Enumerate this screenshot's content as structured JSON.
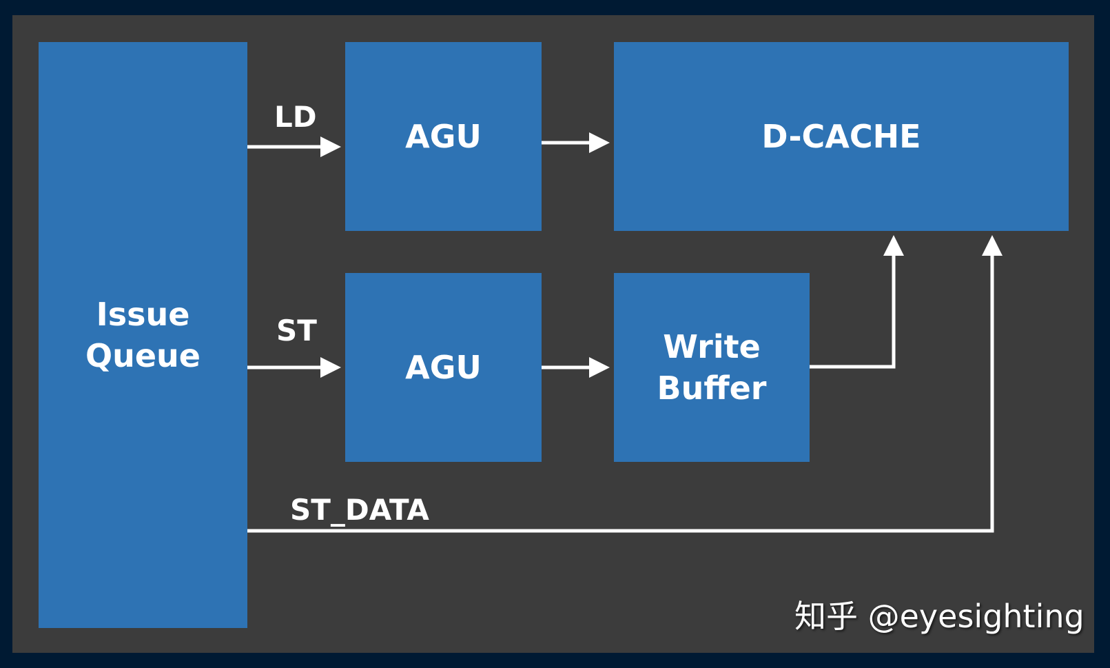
{
  "colors": {
    "outer_border": "#001a33",
    "canvas": "#3c3c3c",
    "block_fill": "#2e73b4",
    "text": "#ffffff",
    "wire": "#ffffff"
  },
  "blocks": {
    "issue_queue": {
      "line1": "Issue",
      "line2": "Queue"
    },
    "agu_load": {
      "label": "AGU"
    },
    "agu_store": {
      "label": "AGU"
    },
    "d_cache": {
      "label": "D-CACHE"
    },
    "write_buffer": {
      "line1": "Write",
      "line2": "Buffer"
    }
  },
  "signals": {
    "ld": "LD",
    "st": "ST",
    "st_data": "ST_DATA"
  },
  "watermark": "知乎 @eyesighting"
}
